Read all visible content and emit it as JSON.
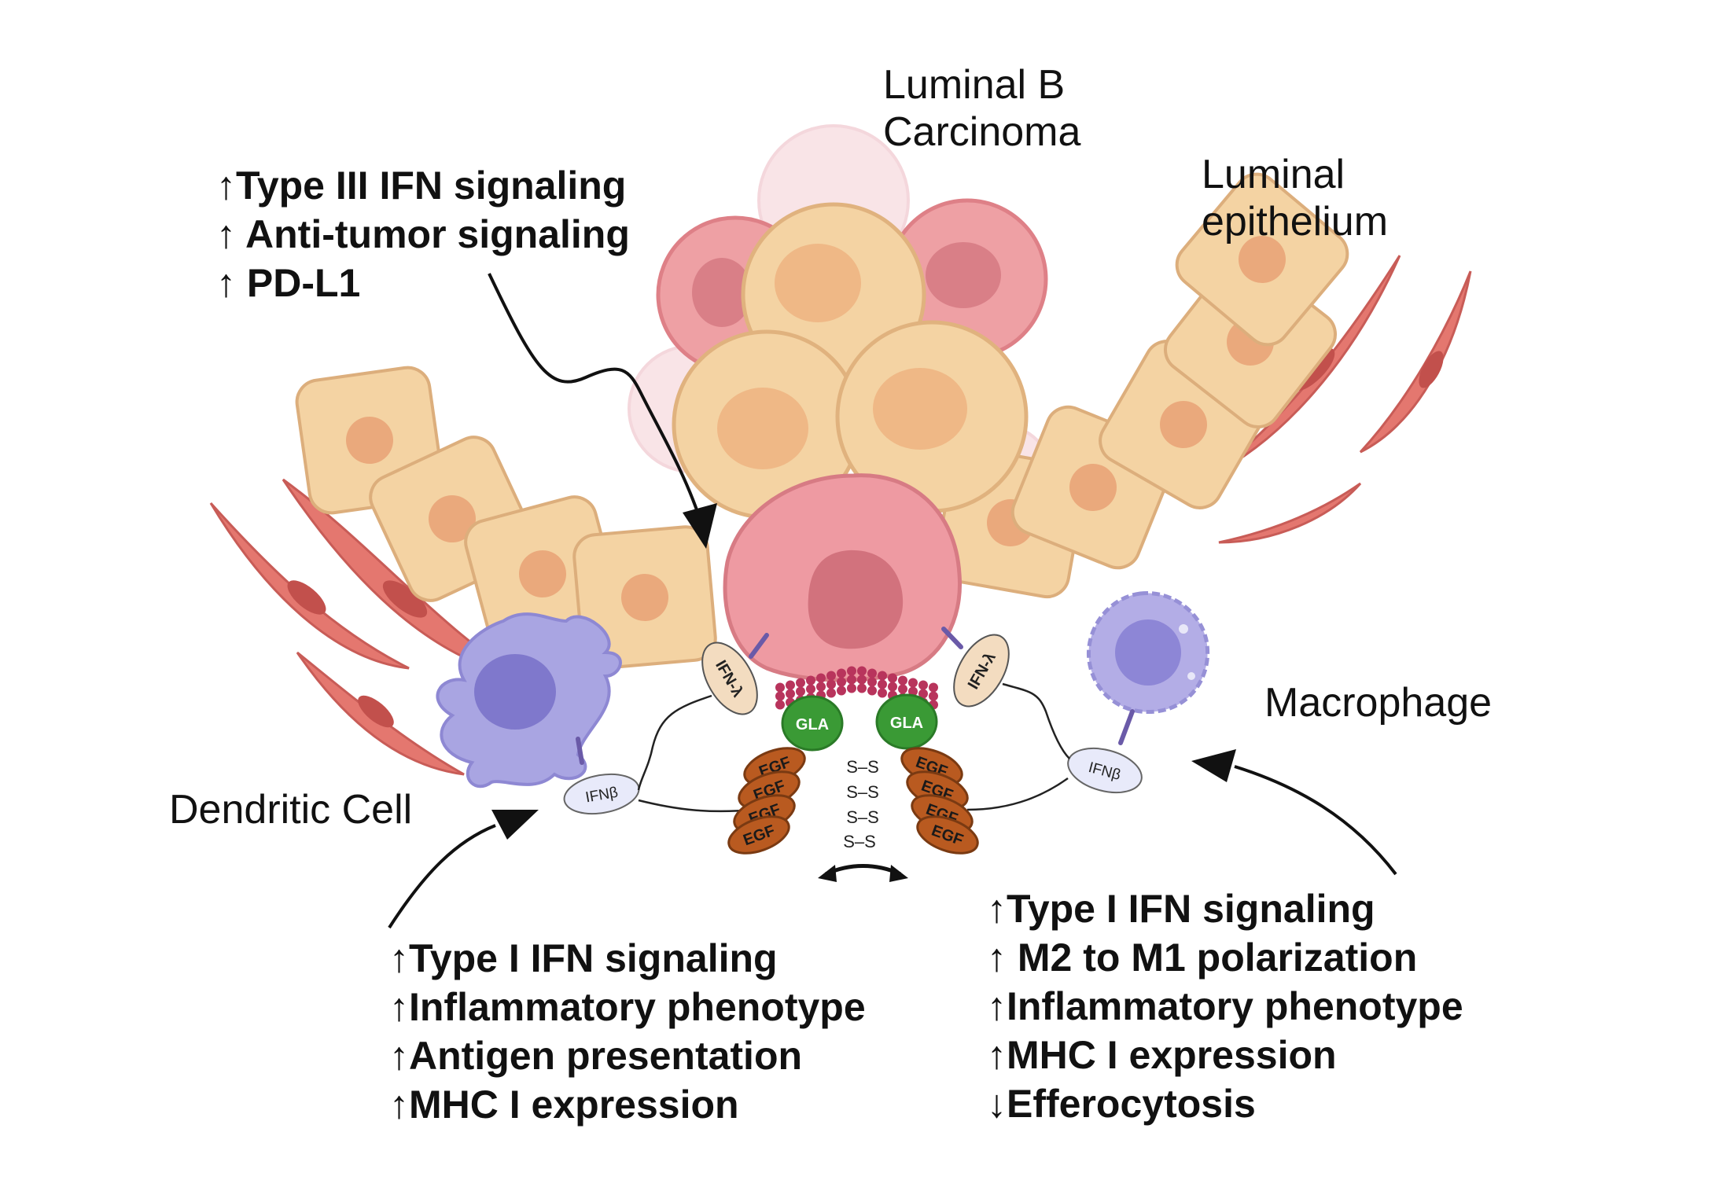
{
  "labels": {
    "carcinoma": "Luminal B\nCarcinoma",
    "epithelium": "Luminal\nepithelium",
    "macrophage": "Macrophage",
    "dendritic": "Dendritic Cell"
  },
  "receptors": {
    "ifn_lambda": "IFN-λ",
    "ifn_beta": "IFNβ",
    "gla": "GLA",
    "egf": "EGF",
    "disulfide": "S–S"
  },
  "effects": {
    "tumor": [
      "↑Type III IFN signaling",
      "↑ Anti-tumor signaling",
      "↑ PD-L1"
    ],
    "dendritic": [
      "↑Type I IFN signaling",
      "↑Inflammatory phenotype",
      "↑Antigen presentation",
      "↑MHC I expression"
    ],
    "macrophage": [
      "↑Type I IFN signaling",
      "↑ M2 to M1 polarization",
      "↑Inflammatory phenotype",
      "↑MHC I expression",
      "↓Efferocytosis"
    ]
  },
  "colors": {
    "epithelial_cell": "#f4d3a3",
    "epithelial_nucleus": "#eaa97c",
    "tumor_cell": "#f2bf8d",
    "tumor_pink": "#e48a92",
    "fibroblast": "#e4776f",
    "immune_cell": "#a9a5e2",
    "gla_green": "#3a9a35",
    "egf_brown": "#b95a20",
    "receptor_purple": "#6a5aa8"
  }
}
